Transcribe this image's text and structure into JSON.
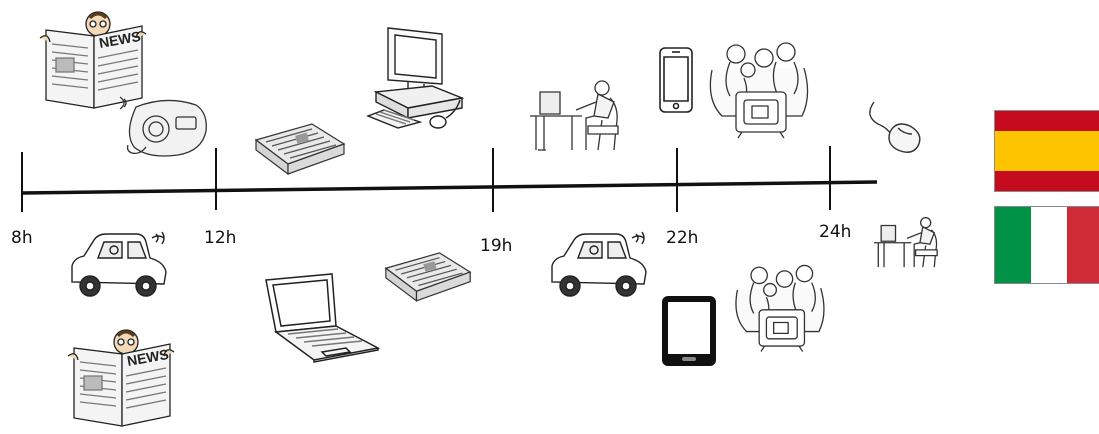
{
  "timeline": {
    "ticks": [
      {
        "label": "8h"
      },
      {
        "label": "12h"
      },
      {
        "label": "19h"
      },
      {
        "label": "22h"
      },
      {
        "label": "24h"
      }
    ]
  },
  "icons": {
    "above": [
      "newspaper-reader-icon",
      "radio-icon",
      "folded-newspaper-icon",
      "desktop-computer-icon",
      "person-at-computer-icon",
      "smartphone-icon",
      "family-watching-tv-icon",
      "computer-mouse-icon"
    ],
    "below": [
      "car-with-radio-icon",
      "newspaper-reader-icon",
      "laptop-icon",
      "folded-newspaper-icon",
      "car-with-radio-icon",
      "tablet-icon",
      "family-watching-tv-icon",
      "person-at-computer-icon"
    ]
  },
  "legend": {
    "flags": [
      {
        "country": "Spain",
        "colors": [
          "#c60b1e",
          "#ffc400",
          "#c60b1e"
        ]
      },
      {
        "country": "Italy",
        "colors": [
          "#009246",
          "#ffffff",
          "#ce2b37"
        ]
      }
    ]
  }
}
